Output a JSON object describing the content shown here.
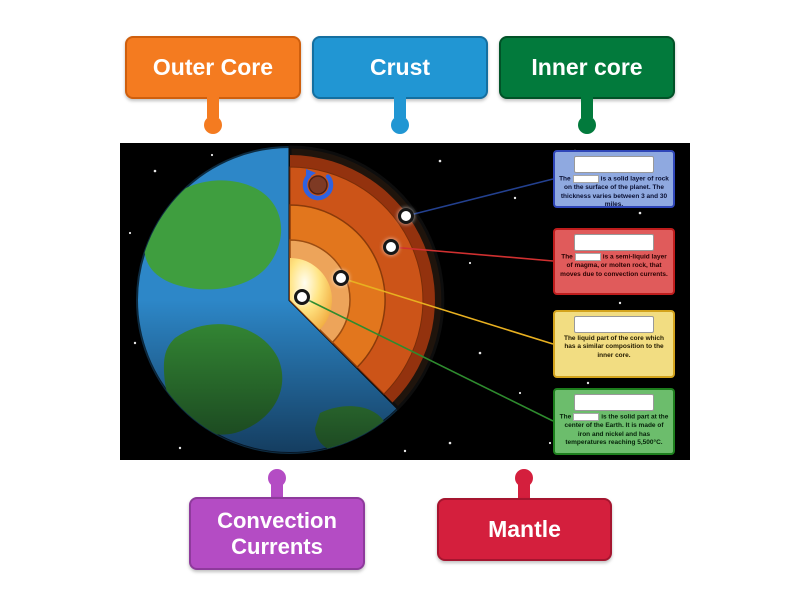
{
  "page": {
    "background": "#ffffff"
  },
  "word_bank": {
    "top": [
      {
        "text": "Outer Core",
        "color": "#f47b20"
      },
      {
        "text": "Crust",
        "color": "#2196d3"
      },
      {
        "text": "Inner core",
        "color": "#027a3c"
      }
    ],
    "bottom": [
      {
        "text": "Convection Currents",
        "color": "#b44cc4"
      },
      {
        "text": "Mantle",
        "color": "#d41f3d"
      }
    ]
  },
  "diagram": {
    "background": "#000000",
    "illustration": "earth-cutaway-showing-layers",
    "boxes": [
      {
        "name": "crust-description",
        "bg": "#8fa9e0",
        "border": "#2f46b8",
        "text_pre": "The",
        "text_post": "is a solid layer of rock on the surface of the planet. The thickness varies between 3 and 30 miles."
      },
      {
        "name": "mantle-description",
        "bg": "#e05b5b",
        "border": "#bf1d1d",
        "text_pre": "The",
        "text_post": "is a semi-liquid layer of magma, or molten rock, that moves due to convection currents."
      },
      {
        "name": "outer-core-description",
        "bg": "#f2dd82",
        "border": "#d3a31d",
        "text": "The liquid part of the core which has a similar composition to the inner core."
      },
      {
        "name": "inner-core-description",
        "bg": "#6cbd6c",
        "border": "#1d7f1d",
        "text_pre": "The",
        "text_post": "is the solid part at the center of the Earth. It is made of iron and nickel and has temperatures reaching 5,500°C."
      }
    ],
    "pins": [
      {
        "name": "pin-crust"
      },
      {
        "name": "pin-mantle"
      },
      {
        "name": "pin-outer-core"
      },
      {
        "name": "pin-inner-core"
      }
    ]
  }
}
